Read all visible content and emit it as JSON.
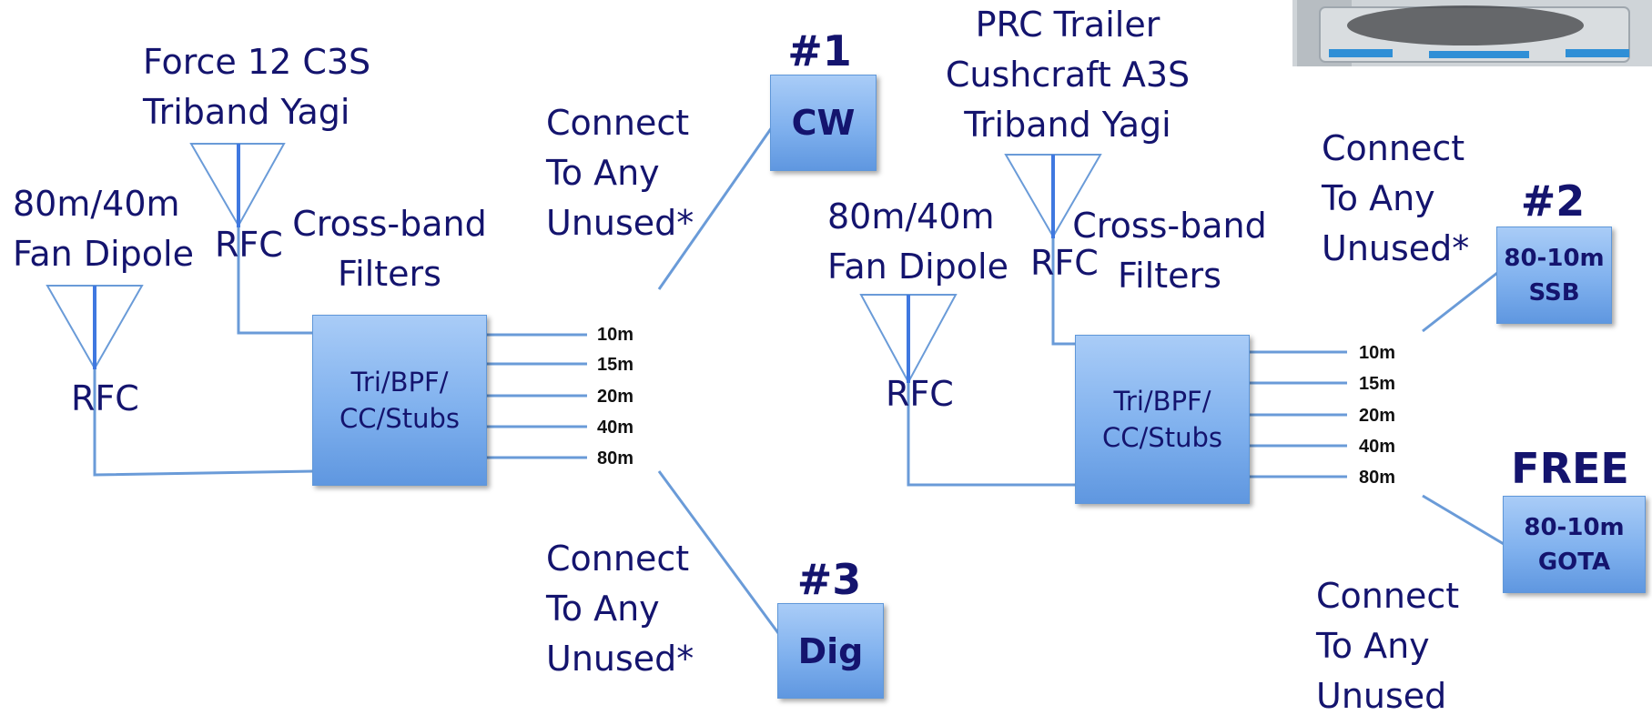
{
  "left": {
    "yagi_label": [
      "Force 12 C3S",
      "Triband Yagi"
    ],
    "dipole_label": [
      "80m/40m",
      "Fan Dipole"
    ],
    "filter_label": [
      "Cross-band",
      "Filters"
    ],
    "filter_box": [
      "Tri/BPF/",
      "CC/Stubs"
    ],
    "rfc_yagi": "RFC",
    "rfc_dipole": "RFC",
    "bands": [
      "10m",
      "15m",
      "20m",
      "40m",
      "80m"
    ],
    "connect_top": [
      "Connect",
      "To Any",
      "Unused*"
    ],
    "connect_bottom": [
      "Connect",
      "To Any",
      "Unused*"
    ],
    "station1": {
      "number": "#1",
      "label": "CW"
    },
    "station3": {
      "number": "#3",
      "label": "Dig"
    }
  },
  "right": {
    "yagi_label": [
      "PRC Trailer",
      "Cushcraft A3S",
      "Triband Yagi"
    ],
    "dipole_label": [
      "80m/40m",
      "Fan Dipole"
    ],
    "filter_label": [
      "Cross-band",
      "Filters"
    ],
    "filter_box": [
      "Tri/BPF/",
      "CC/Stubs"
    ],
    "rfc_yagi": "RFC",
    "rfc_dipole": "RFC",
    "bands": [
      "10m",
      "15m",
      "20m",
      "40m",
      "80m"
    ],
    "connect_top": [
      "Connect",
      "To Any",
      "Unused*"
    ],
    "connect_bottom": [
      "Connect",
      "To Any",
      "Unused"
    ],
    "station2": {
      "number": "#2",
      "label": [
        "80-10m",
        "SSB"
      ]
    },
    "free": {
      "number": "FREE",
      "label": [
        "80-10m",
        "GOTA"
      ]
    }
  },
  "colors": {
    "text": "#14146e",
    "line": "#6a9bd8",
    "antenna_center": "#3f78e0",
    "box_top": "#a9ccf7",
    "box_bottom": "#5f97e0"
  }
}
